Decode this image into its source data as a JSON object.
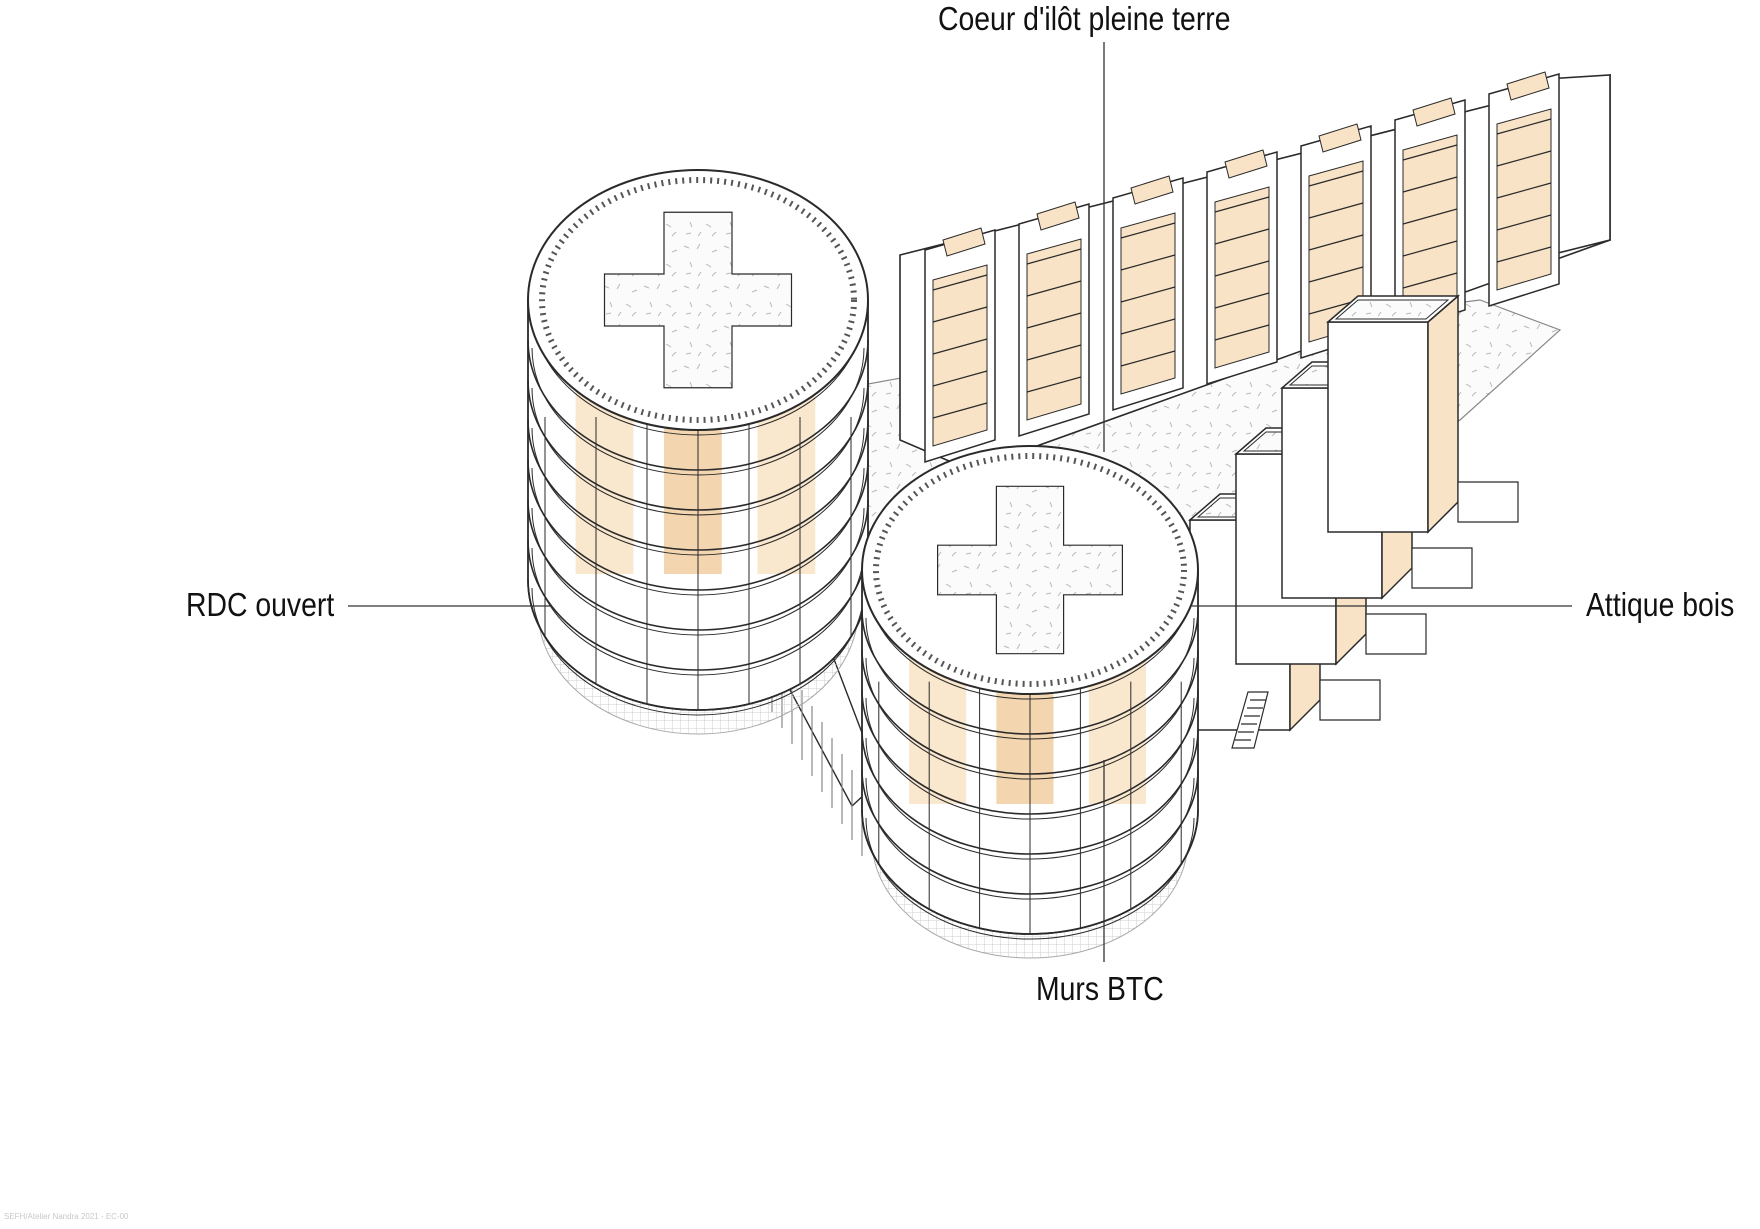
{
  "labels": {
    "top": "Coeur d'ilôt pleine terre",
    "left": "RDC ouvert",
    "right": "Attique bois",
    "bottom": "Murs BTC"
  },
  "colors": {
    "line": "#2a2a2a",
    "timber": "#f8e3c6",
    "timber_dark": "#f1cfa1",
    "ground": "#f4f4f4",
    "white": "#ffffff"
  },
  "footnote": "SEFH/Atelier Nandra 2021 - EC-00"
}
